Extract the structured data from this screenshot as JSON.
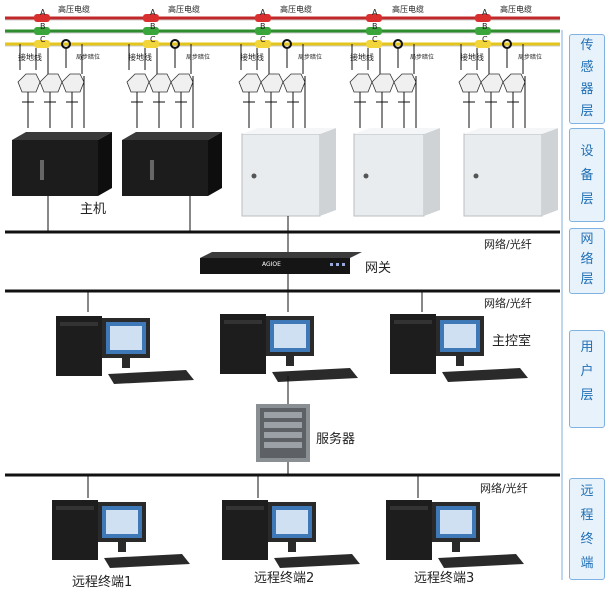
{
  "cables": {
    "hv_label": "高压电缆",
    "phase_a": "A",
    "phase_b": "B",
    "phase_c": "C",
    "ground_label": "接地线",
    "local_label": "局步暗位"
  },
  "devices": {
    "host_label": "主机",
    "gateway_label": "网关",
    "gateway_brand": "AGIOE",
    "control_room_label": "主控室",
    "server_label": "服务器"
  },
  "network": {
    "net_label_1": "网络/光纤",
    "net_label_2": "网络/光纤",
    "net_label_3": "网络/光纤"
  },
  "remote": {
    "terminal_1": "远程终端1",
    "terminal_2": "远程终端2",
    "terminal_3": "远程终端3"
  },
  "layers": {
    "sensor": [
      "传",
      "感",
      "器",
      "层"
    ],
    "device": [
      "设",
      "备",
      "层"
    ],
    "network": [
      "网",
      "络",
      "层"
    ],
    "user": [
      "用",
      "户",
      "层"
    ],
    "remote": [
      "远",
      "程",
      "终",
      "端"
    ]
  },
  "colors": {
    "red_cable": "#c0282a",
    "green_cable": "#2e8b2e",
    "yellow_cable": "#e3c51c",
    "bus": "#111111",
    "layer_text": "#1f6fb6"
  }
}
